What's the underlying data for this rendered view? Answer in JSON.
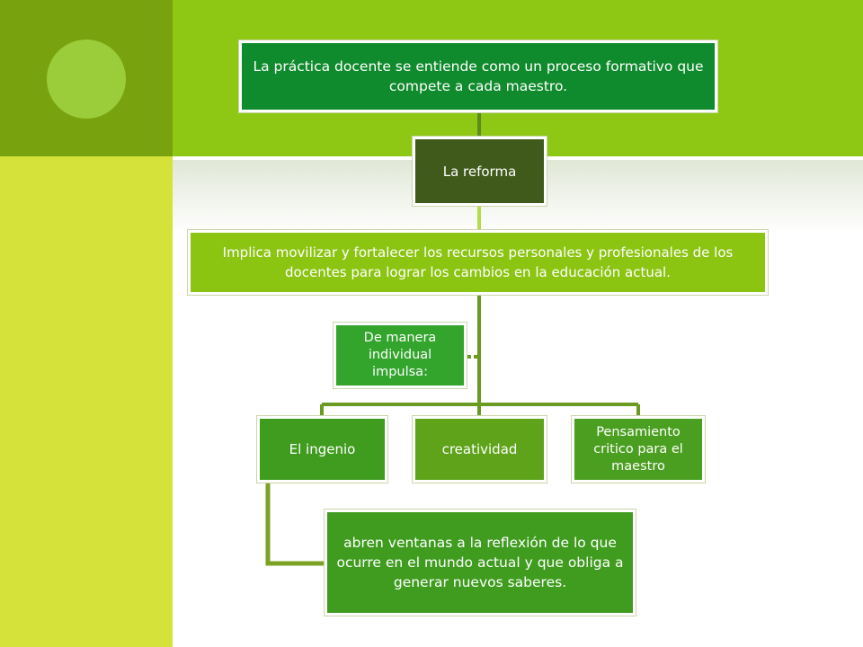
{
  "diagram": {
    "top_node": "La práctica docente se entiende como un proceso formativo que compete a cada maestro.",
    "reforma_node": "La reforma",
    "implica_node": "Implica movilizar y fortalecer los recursos personales y profesionales de los docentes para lograr los cambios en la educación actual.",
    "manera_node": "De manera individual impulsa:",
    "children": [
      {
        "label": "El ingenio"
      },
      {
        "label": "creatividad"
      },
      {
        "label": "Pensamiento critico para el maestro"
      }
    ],
    "abren_node": "abren ventanas a la reflexión de lo que ocurre en el mundo actual y que obliga a generar nuevos saberes."
  },
  "colors": {
    "top_node": "#0f8a2c",
    "reforma_node": "#3f5a1b",
    "implica_node": "#8cc412",
    "connector": "#6a9a22"
  }
}
